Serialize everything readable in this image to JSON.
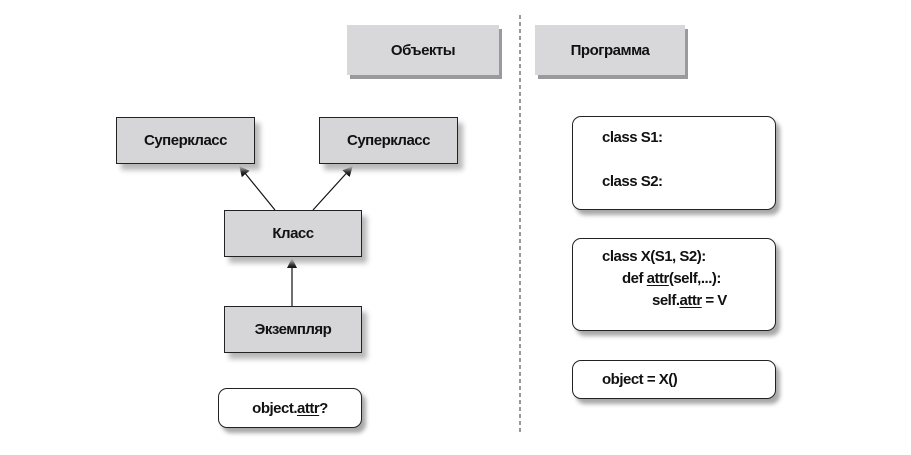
{
  "headers": {
    "objects": "Объекты",
    "program": "Программа"
  },
  "objects": {
    "superclass_left": "Суперкласс",
    "superclass_right": "Суперкласс",
    "class": "Класс",
    "instance": "Экземпляр",
    "query": {
      "prefix": "object.",
      "attr": "attr",
      "suffix": "?"
    }
  },
  "program": {
    "s1": "class S1:",
    "s2": "class S2:",
    "x_class": "class X(S1, S2):",
    "def_prefix": "def ",
    "def_attr": "attr",
    "def_suffix": "(self,...):",
    "assign_prefix": "self.",
    "assign_attr": "attr",
    "assign_suffix": " = V",
    "instantiate": "object = X()"
  }
}
